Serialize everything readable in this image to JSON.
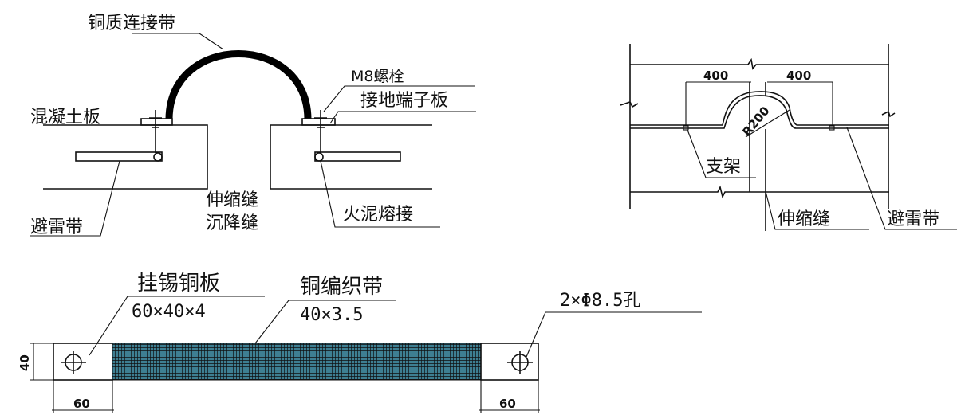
{
  "section_view": {
    "labels": {
      "copper_strap": "铜质连接带",
      "bolt": "M8螺栓",
      "terminal_plate": "接地端子板",
      "concrete_slab": "混凝土板",
      "expansion_joint": "伸缩缝",
      "settlement_joint": "沉降缝",
      "exothermic_weld": "火泥熔接",
      "lightning_strip": "避雷带"
    }
  },
  "plan_view": {
    "dim_left": "400",
    "dim_right": "400",
    "radius": "R200",
    "labels": {
      "support": "支架",
      "expansion_joint": "伸缩缝",
      "lightning_strip": "避雷带"
    }
  },
  "strap_detail": {
    "plate_label": "挂锡铜板",
    "plate_size": "60×40×4",
    "braid_label": "铜编织带",
    "braid_size": "40×3.5",
    "hole_label": "2×Φ8.5孔",
    "dim_height": "40",
    "dim_left_width": "60",
    "dim_right_width": "60",
    "braid_color": "#2a5a6a"
  }
}
